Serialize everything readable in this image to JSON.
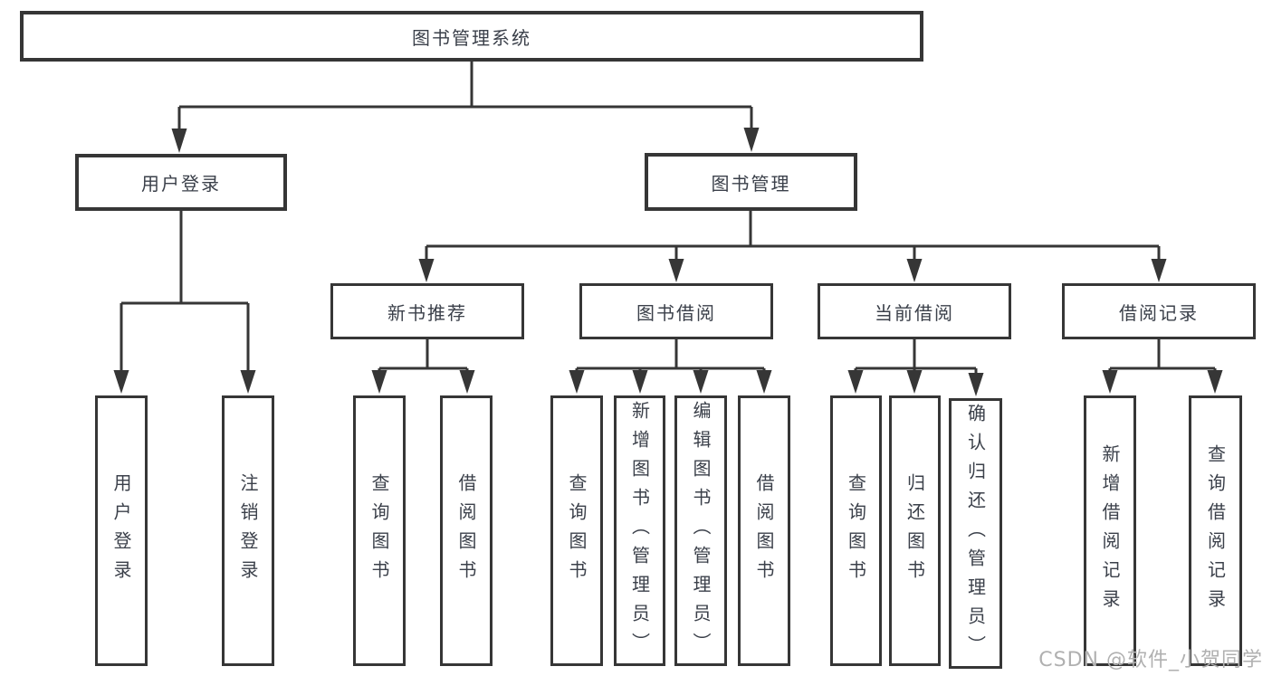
{
  "tree": {
    "label": "图书管理系统",
    "children": [
      {
        "label": "用户登录",
        "children": [
          {
            "label": "用户登录"
          },
          {
            "label": "注销登录"
          }
        ]
      },
      {
        "label": "图书管理",
        "children": [
          {
            "label": "新书推荐",
            "children": [
              {
                "label": "查询图书"
              },
              {
                "label": "借阅图书"
              }
            ]
          },
          {
            "label": "图书借阅",
            "children": [
              {
                "label": "查询图书"
              },
              {
                "label": "新增图书（管理员）"
              },
              {
                "label": "编辑图书（管理员）"
              },
              {
                "label": "借阅图书"
              }
            ]
          },
          {
            "label": "当前借阅",
            "children": [
              {
                "label": "查询图书"
              },
              {
                "label": "归还图书"
              },
              {
                "label": "确认归还（管理员）"
              }
            ]
          },
          {
            "label": "借阅记录",
            "children": [
              {
                "label": "新增借阅记录"
              },
              {
                "label": "查询借阅记录"
              }
            ]
          }
        ]
      }
    ]
  },
  "watermark": "CSDN @软件_小贺同学",
  "colors": {
    "line": "#363636",
    "box_border": "#363636",
    "box_fill": "#ffffff",
    "text": "#3b404a",
    "watermark": "#b0b0b0",
    "background": "#ffffff"
  }
}
